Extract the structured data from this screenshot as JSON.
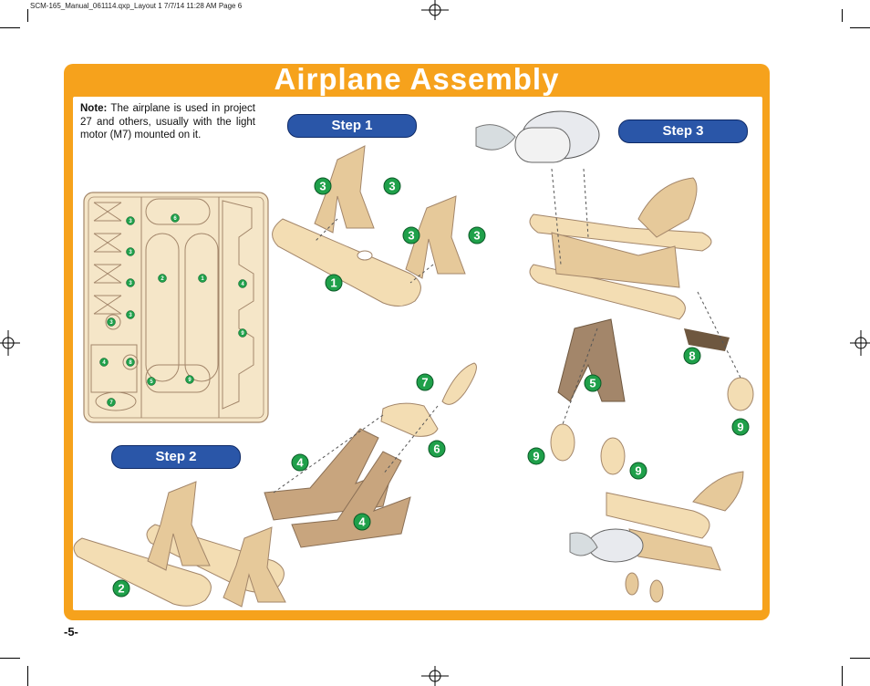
{
  "print_slug": "SCM-165_Manual_061114.qxp_Layout 1  7/7/14  11:28 AM  Page 6",
  "page": {
    "title": "Airplane Assembly",
    "note_label": "Note:",
    "note_text": "The airplane is used in project 27 and others, usually with the light motor (M7) mounted on it.",
    "page_number": "-5-"
  },
  "steps": [
    {
      "label": "Step 1"
    },
    {
      "label": "Step 2"
    },
    {
      "label": "Step 3"
    }
  ],
  "part_numbers": {
    "sheet": [
      "3",
      "6",
      "3",
      "2",
      "1",
      "3",
      "3",
      "4",
      "3",
      "9",
      "4",
      "5",
      "8",
      "9",
      "8",
      "7"
    ],
    "step1": [
      "3",
      "3",
      "3",
      "3",
      "1"
    ],
    "step2": [
      "2",
      "4",
      "4",
      "6",
      "7"
    ],
    "step3": [
      "8",
      "5",
      "9",
      "9",
      "9"
    ]
  },
  "colors": {
    "frame": "#f6a21c",
    "pill": "#2a56a8",
    "badge": "#1fa04a",
    "wood_light": "#f5e6c8",
    "wood": "#e6c99a",
    "wood_dark": "#a3866a"
  }
}
